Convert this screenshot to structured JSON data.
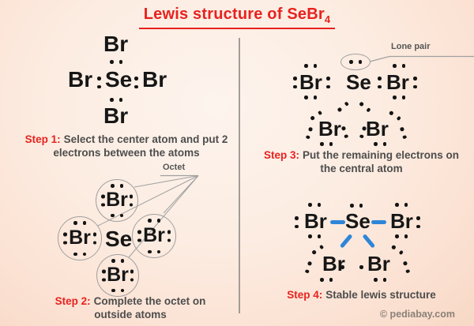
{
  "title": {
    "text": "Lewis structure of SeBr",
    "subscript": "4"
  },
  "symbols": {
    "se": "Se",
    "br": "Br"
  },
  "labels": {
    "octet": "Octet",
    "lone_pair": "Lone pair"
  },
  "steps": {
    "step1": {
      "label": "Step 1:",
      "line1": "Select the center atom and put 2",
      "line2": "electrons between the atoms"
    },
    "step2": {
      "label": "Step 2:",
      "line1": "Complete the octet on",
      "line2": "outside atoms"
    },
    "step3": {
      "label": "Step 3:",
      "line1": "Put the remaining electrons on",
      "line2": "the central atom"
    },
    "step4": {
      "label": "Step 4:",
      "line1": "Stable lewis structure"
    }
  },
  "watermark": "© pediabay.com",
  "colors": {
    "accent_red": "#e8221f",
    "bond_blue": "#2e86d9"
  }
}
